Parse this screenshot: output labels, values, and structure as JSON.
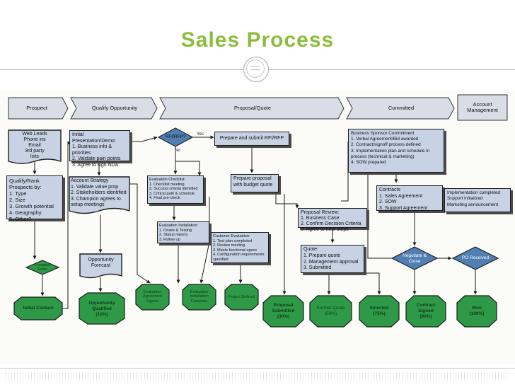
{
  "title": "Sales Process",
  "phases": [
    "Prospect",
    "Qualify Opportunity",
    "Proposal/Quote",
    "Committed",
    "Account\nManagement"
  ],
  "boxes": {
    "web_leads": "Web Leads\nPhone ins\nEmail\n3rd party\nlists",
    "qualify_rank": "Qualify/Rank\nProspects by:\n1. Type\n2. Size\n3. Growth potential\n4. Geography\n5. Other?",
    "initial_presentation": "Initial Presentation/Demo:\n1. Business info & priorities\n2. Validate pain points\n3. Agree to sign NDA",
    "account_strategy": "Account Strategy\n1. Validate value prop\n2. Stakeholders identified\n3. Champion agrees to\nsetup meetings",
    "opportunity_forecast": "Opportunity\nForecast",
    "prepare_submit": "Prepare and submit RFI/RFP",
    "evaluation_checklist": "Evaluation Checklist:\n1. Checklist meeting\n2. Success criteria identified\n3. Critical path & schedule\n4. Final pre-check",
    "prepare_proposal": "Prepare proposal\nwith budget quote",
    "evaluation_installation": "Evaluation Installation:\n1. Onsite & Testing\n2. Status reports\n3. Follow up",
    "customer_evaluation": "Customer Evaluation:\n1. Test plan completed\n2. Review meeting\n3. Meets functional specs\n4. Configuration requirements\nspecified",
    "proposal_review": "Proposal Review:\n1. Business Case\n2. Confirm Decision Criteria\n3. Agree to next steps",
    "quote": "Quote:\n1. Prepare quote\n2. Management approval\n3. Submitted",
    "business_sponsor": "Business Sponsor Commitment\n1. Verbal Agreement/Bid awarded\n2. Contract/signoff process defined\n3. Implementation plan and schedule in\nprocess (technical & marketing)\n4. SOW prepared",
    "contracts": "Contracts\n1. Sales Agreement\n2. SOW\n3. Support Agreement",
    "implementation": "Implementation completed\nSupport initialized\nMarketing announcement"
  },
  "decisions": {
    "rfi_rfp": "RFI/RFP?",
    "negotiate_close": "Negotiate &\nClose",
    "po_received": "PO Received"
  },
  "connector_labels": {
    "yes": "Yes",
    "no": "No"
  },
  "milestones": {
    "prospect_score": "Prospect\nScore",
    "initial_contact": "Initial Contact",
    "opportunity_qualified": "Opportunity\nQualified\n(10%)",
    "eval_agreement_signed": "Evaluation\nAgreement\nSigned",
    "eval_installation_complete": "Evaluation\nInstallation\nComplete",
    "project_defined": "Project Defined",
    "proposal_submitted": "Proposal\nSubmitted\n(30%)",
    "formal_quote": "Formal Quote\n(50%)",
    "selected": "Selected\n(75%)",
    "contract_signed": "Contract\nSigned\n(90%)",
    "won": "Won\n(100%)"
  },
  "colors": {
    "title": "#8cbc3c",
    "box_fill": "#c7d3e5",
    "milestone_fill": "#2e9a48",
    "milestone_text_dark": "#0f3d17",
    "decision_fill": "#4f7fb3",
    "phase_fill": "#d8dde6",
    "connector": "#1a1a1a"
  }
}
